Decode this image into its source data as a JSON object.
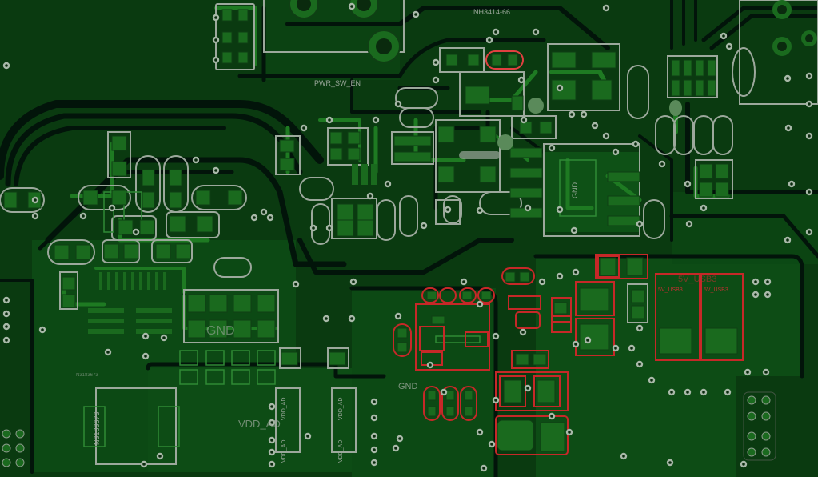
{
  "board": {
    "background": "#0a3a10",
    "colors": {
      "copper_top": "#0f5818",
      "copper_fill": "#0c4914",
      "trace": "#1e7a22",
      "track_black": "#02140a",
      "silkscreen": "#9ca89c",
      "silkscreen_red": "#c62828",
      "pad": "#1a6a1e",
      "via_ring": "#a8b8a8",
      "via_hole": "#0a2a0e"
    },
    "labels": {
      "net_top": "NH3414-66",
      "power_switch": "PWR_SW_EN",
      "gnd_center": "GND",
      "gnd_left": "GND",
      "gnd_bottom": "GND",
      "vdd_net": "VDD_AD",
      "pad_vdd_1": "VDD_AD",
      "pad_vdd_2": "VDD_AD",
      "pad_vdd_3": "VDD_AD",
      "pad_vdd_4": "VDD_AD",
      "part_vertical": "N3183673",
      "part_side": "N3183673",
      "usb_left": "5V_USB3",
      "usb_right": "5V_USB3",
      "usb_header": "5V_USB3"
    }
  }
}
